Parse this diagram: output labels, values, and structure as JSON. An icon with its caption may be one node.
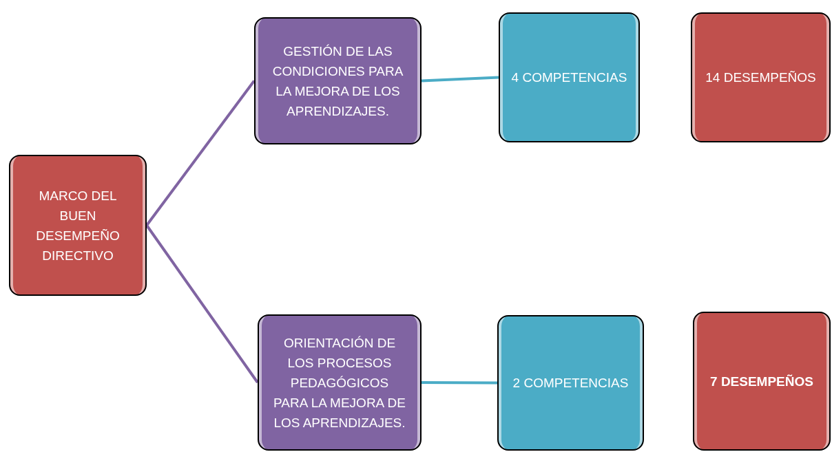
{
  "diagram": {
    "nodes": [
      {
        "text": [
          "MARCO DEL BUEN DESEMPEÑO DIRECTIVO"
        ]
      },
      {
        "text": [
          "GESTIÓN DE LAS CONDICIONES PARA LA MEJORA DE LOS APRENDIZAJES."
        ]
      },
      {
        "text": [
          "4 COMPETENCIAS"
        ]
      },
      {
        "text": [
          "14 DESEMPEÑOS"
        ]
      },
      {
        "text": [
          "ORIENTACIÓN DE LOS PROCESOS PEDAGÓGICOS PARA LA MEJORA DE LOS APRENDIZAJES."
        ]
      },
      {
        "text": [
          "2 COMPETENCIAS"
        ]
      },
      {
        "text": [
          "7 DESEMPEÑOS"
        ]
      }
    ],
    "edges": [
      {
        "from": 0,
        "to": 1,
        "arrow": "none",
        "color": "#8064a2"
      },
      {
        "from": 0,
        "to": 4,
        "arrow": "none",
        "color": "#8064a2"
      },
      {
        "from": 1,
        "to": 2,
        "arrow": "none",
        "color": "#4bacc6"
      },
      {
        "from": 4,
        "to": 5,
        "arrow": "none",
        "color": "#4bacc6"
      }
    ]
  }
}
